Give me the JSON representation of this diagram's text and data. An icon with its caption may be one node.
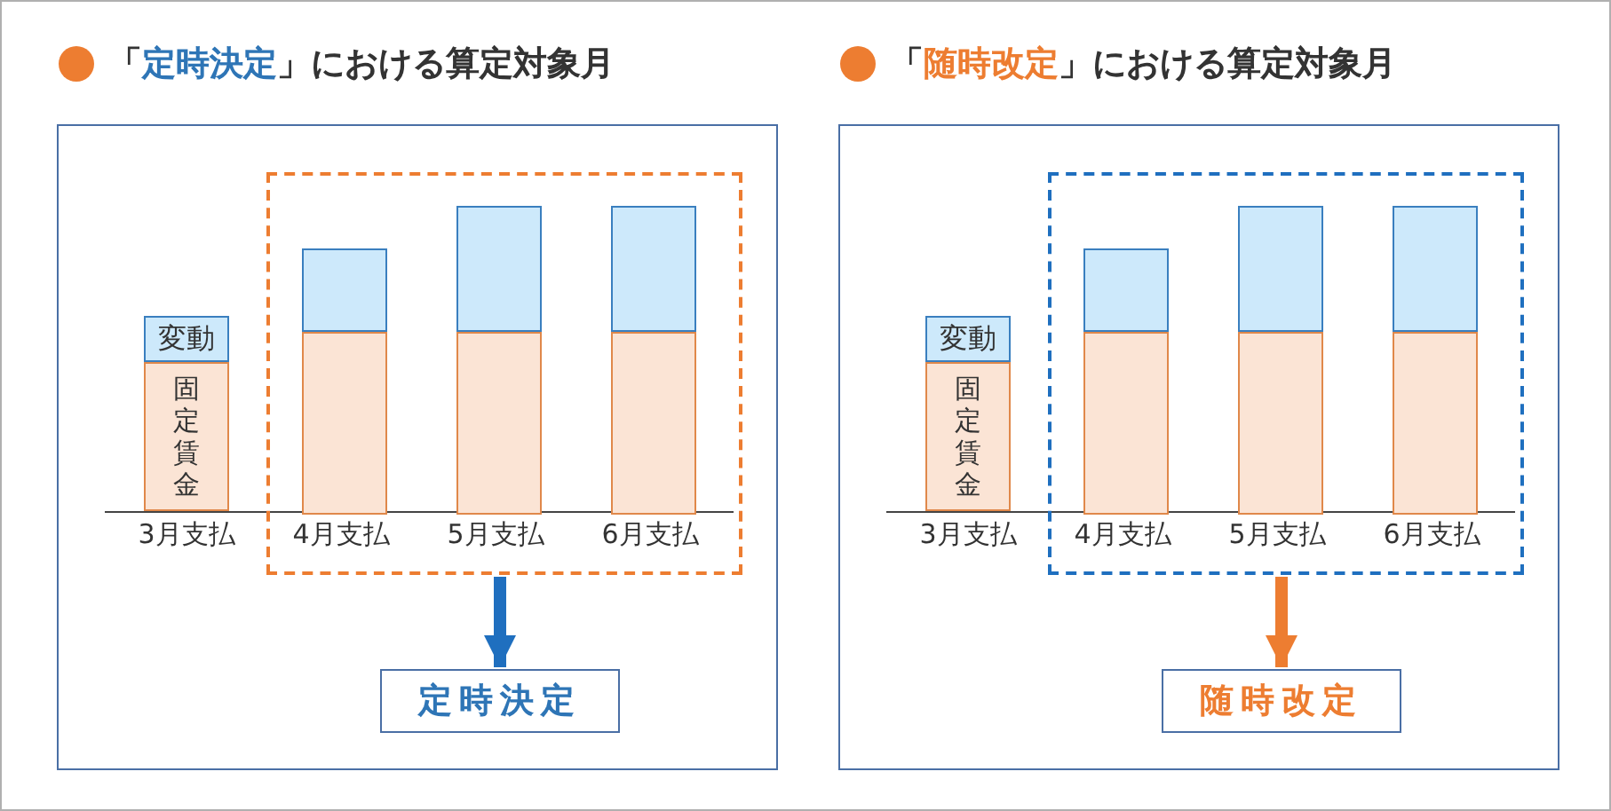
{
  "diagram": {
    "nodes": [
      {
        "text": [
          "「**定時決定**」における算定対象月"
        ]
      },
      {
        "text": [],
        "shape": "box",
        "in": 0
      },
      {
        "text": [
          "変動"
        ],
        "in": 0
      },
      {
        "text": [
          "固定賃金"
        ],
        "in": 0
      },
      {
        "text": [],
        "shape": "bar",
        "in": 1
      },
      {
        "text": [],
        "shape": "bar",
        "in": 1
      },
      {
        "text": [],
        "shape": "bar",
        "in": 1
      },
      {
        "text": [],
        "shape": "bar",
        "in": 1
      },
      {
        "text": [],
        "shape": "bar",
        "in": 1
      },
      {
        "text": [],
        "shape": "bar",
        "in": 1
      },
      {
        "text": [
          "定時決定"
        ],
        "in": 0
      },
      {
        "text": [
          "「**随時改定**」における算定対象月"
        ]
      },
      {
        "text": [],
        "shape": "box",
        "in": 11
      },
      {
        "text": [
          "変動"
        ],
        "in": 11
      },
      {
        "text": [
          "固定賃金"
        ],
        "in": 11
      },
      {
        "text": [],
        "shape": "bar",
        "in": 12
      },
      {
        "text": [],
        "shape": "bar",
        "in": 12
      },
      {
        "text": [],
        "shape": "bar",
        "in": 12
      },
      {
        "text": [],
        "shape": "bar",
        "in": 12
      },
      {
        "text": [],
        "shape": "bar",
        "in": 12
      },
      {
        "text": [],
        "shape": "bar",
        "in": 12
      },
      {
        "text": [
          "随時改定"
        ],
        "in": 11
      }
    ],
    "edges": [
      {
        "from": 1,
        "to": 10,
        "arrow": "to",
        "color": "#1f6fbf"
      },
      {
        "from": 12,
        "to": 21,
        "arrow": "to",
        "color": "#ed7d31"
      }
    ],
    "labels": [
      "3月支払",
      "4月支払",
      "5月支払",
      "6月支払",
      "3月支払",
      "4月支払",
      "5月支払",
      "6月支払"
    ]
  }
}
